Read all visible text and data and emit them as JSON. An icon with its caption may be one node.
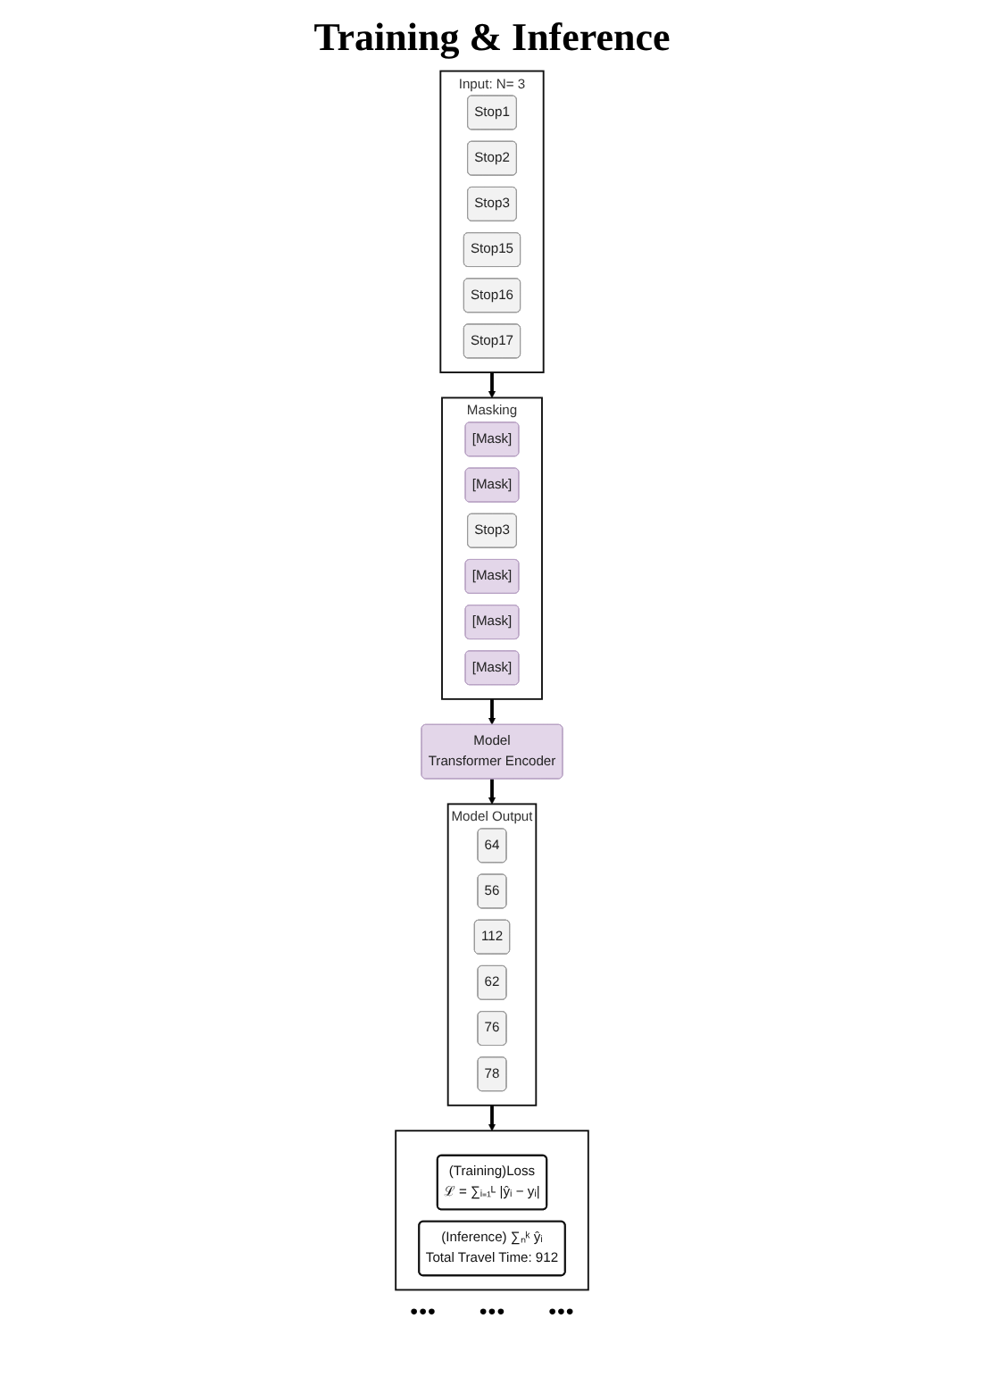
{
  "diagram": {
    "title": "Training & Inference",
    "nodes": [
      {
        "text": [
          "Input:  N= 3"
        ]
      },
      {
        "text": [
          "Stop1"
        ],
        "in": 0
      },
      {
        "text": [
          "Stop2"
        ],
        "in": 0
      },
      {
        "text": [
          "Stop3"
        ],
        "in": 0
      },
      {
        "text": [
          "Stop15"
        ],
        "in": 0
      },
      {
        "text": [
          "Stop16"
        ],
        "in": 0
      },
      {
        "text": [
          "Stop17"
        ],
        "in": 0
      },
      {
        "text": [
          "Masking"
        ]
      },
      {
        "text": [
          "[Mask]"
        ],
        "in": 7
      },
      {
        "text": [
          "[Mask]"
        ],
        "in": 7
      },
      {
        "text": [
          "Stop3"
        ],
        "in": 7
      },
      {
        "text": [
          "[Mask]"
        ],
        "in": 7
      },
      {
        "text": [
          "[Mask]"
        ],
        "in": 7
      },
      {
        "text": [
          "[Mask]"
        ],
        "in": 7
      },
      {
        "text": [
          "Model",
          "Transformer Encoder"
        ]
      },
      {
        "text": [
          "Model Output"
        ]
      },
      {
        "text": [
          "64"
        ],
        "in": 15
      },
      {
        "text": [
          "56"
        ],
        "in": 15
      },
      {
        "text": [
          "112"
        ],
        "in": 15
      },
      {
        "text": [
          "62"
        ],
        "in": 15
      },
      {
        "text": [
          "76"
        ],
        "in": 15
      },
      {
        "text": [
          "78"
        ],
        "in": 15
      },
      {
        "text": [],
        "shape": "box"
      },
      {
        "text": [
          "(Training)Loss",
          "ℒ = ∑ᵢ₌₁ᴸ |ŷᵢ − yᵢ|"
        ],
        "in": 22
      },
      {
        "text": [
          "(Inference) ∑ₙᵏ ŷᵢ",
          "Total Travel Time: 912"
        ],
        "in": 22
      }
    ],
    "edges": [
      {
        "from": 0,
        "to": 7,
        "arrow": "to"
      },
      {
        "from": 7,
        "to": 14,
        "arrow": "to"
      },
      {
        "from": 14,
        "to": 15,
        "arrow": "to"
      },
      {
        "from": 15,
        "to": 22,
        "arrow": "to"
      }
    ],
    "labels": [
      "•••",
      "•••",
      "•••"
    ]
  }
}
